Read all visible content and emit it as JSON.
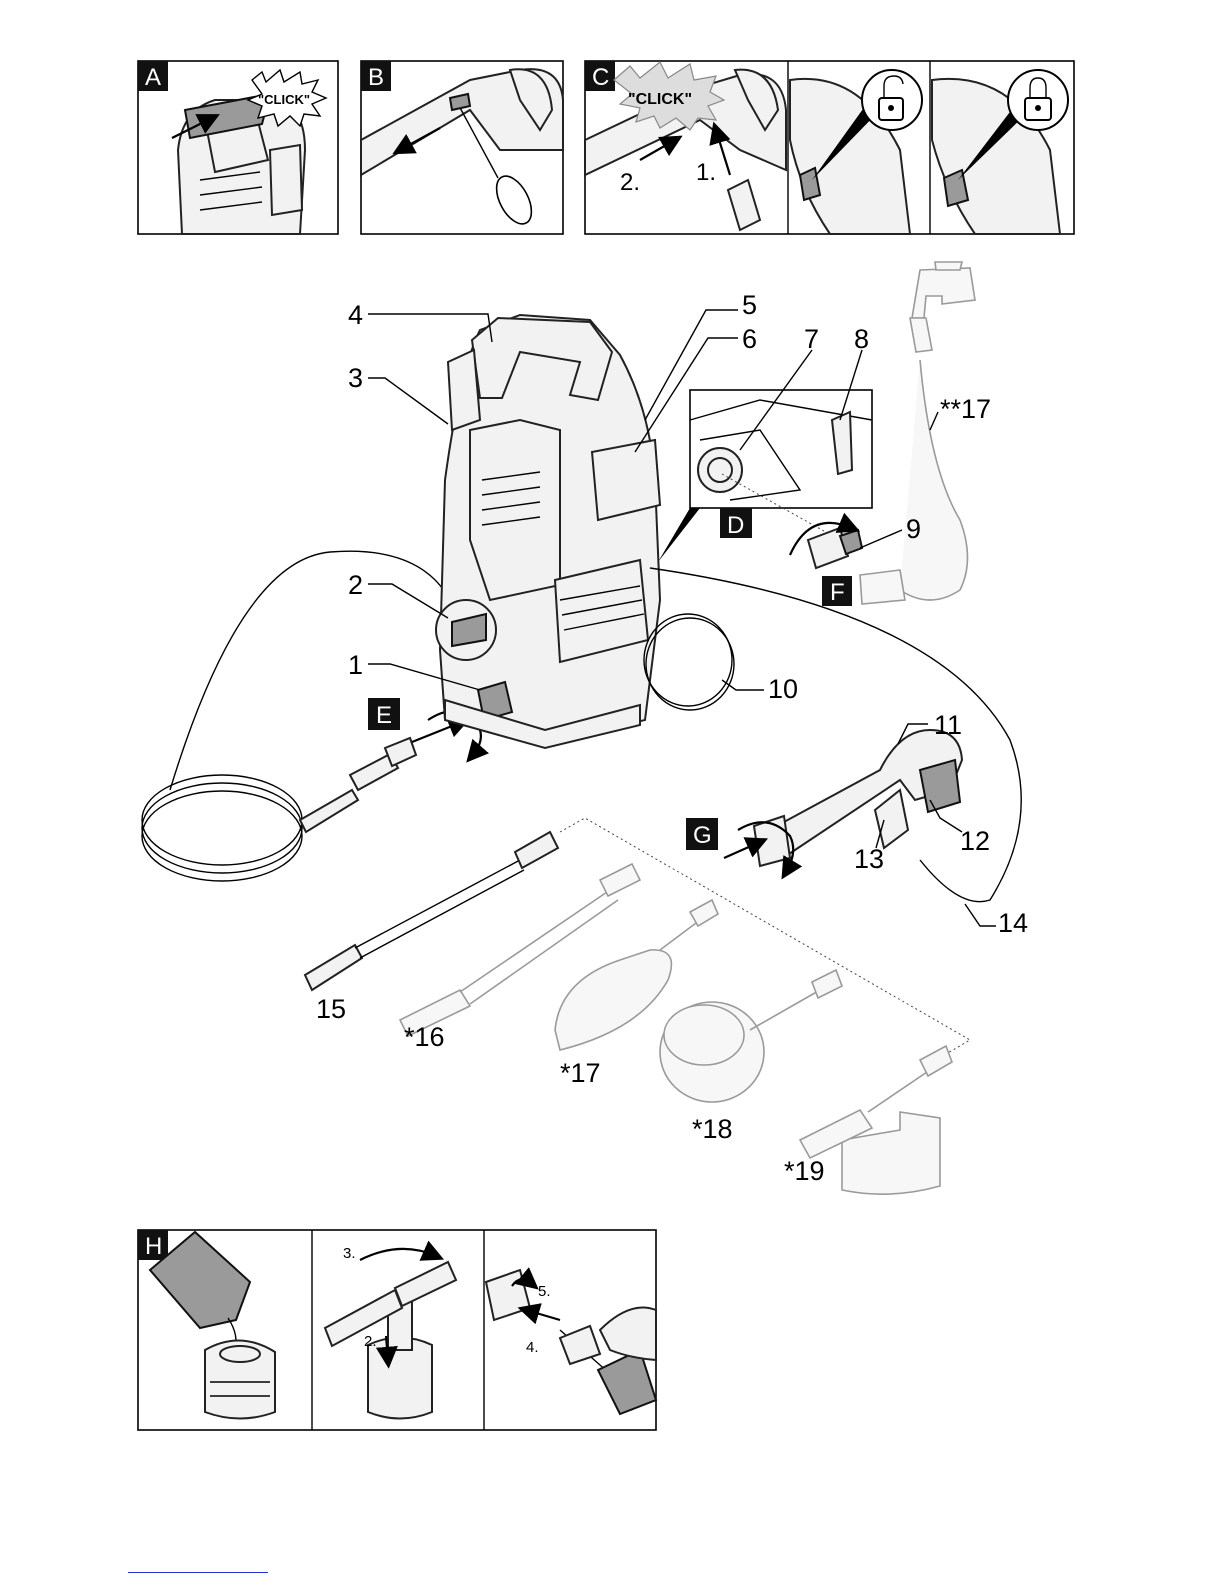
{
  "panels": {
    "A": {
      "letter": "A",
      "click": "\"CLICK\""
    },
    "B": {
      "letter": "B"
    },
    "C": {
      "letter": "C",
      "click": "\"CLICK\"",
      "step1": "1.",
      "step2": "2."
    },
    "H": {
      "letter": "H",
      "step2": "2.",
      "step3": "3.",
      "step4": "4.",
      "step5": "5."
    }
  },
  "step_letters": {
    "D": "D",
    "E": "E",
    "F": "F",
    "G": "G"
  },
  "callouts": {
    "c1": "1",
    "c2": "2",
    "c3": "3",
    "c4": "4",
    "c5": "5",
    "c6": "6",
    "c7": "7",
    "c8": "8",
    "c9": "9",
    "c10": "10",
    "c11": "11",
    "c12": "12",
    "c13": "13",
    "c14": "14",
    "c15": "15",
    "c16": "*16",
    "c17": "*17",
    "c17b": "**17",
    "c18": "*18",
    "c19": "*19"
  },
  "icons": {
    "unlocked": "padlock-open-icon",
    "locked": "padlock-closed-icon",
    "rotate": "rotate-arrow-icon",
    "push": "push-arrow-icon"
  },
  "colors": {
    "line": "#000000",
    "fill_light": "#f2f2f2",
    "fill_gray": "#9a9a9a",
    "label_bg": "#111111",
    "link": "#2233cc"
  }
}
